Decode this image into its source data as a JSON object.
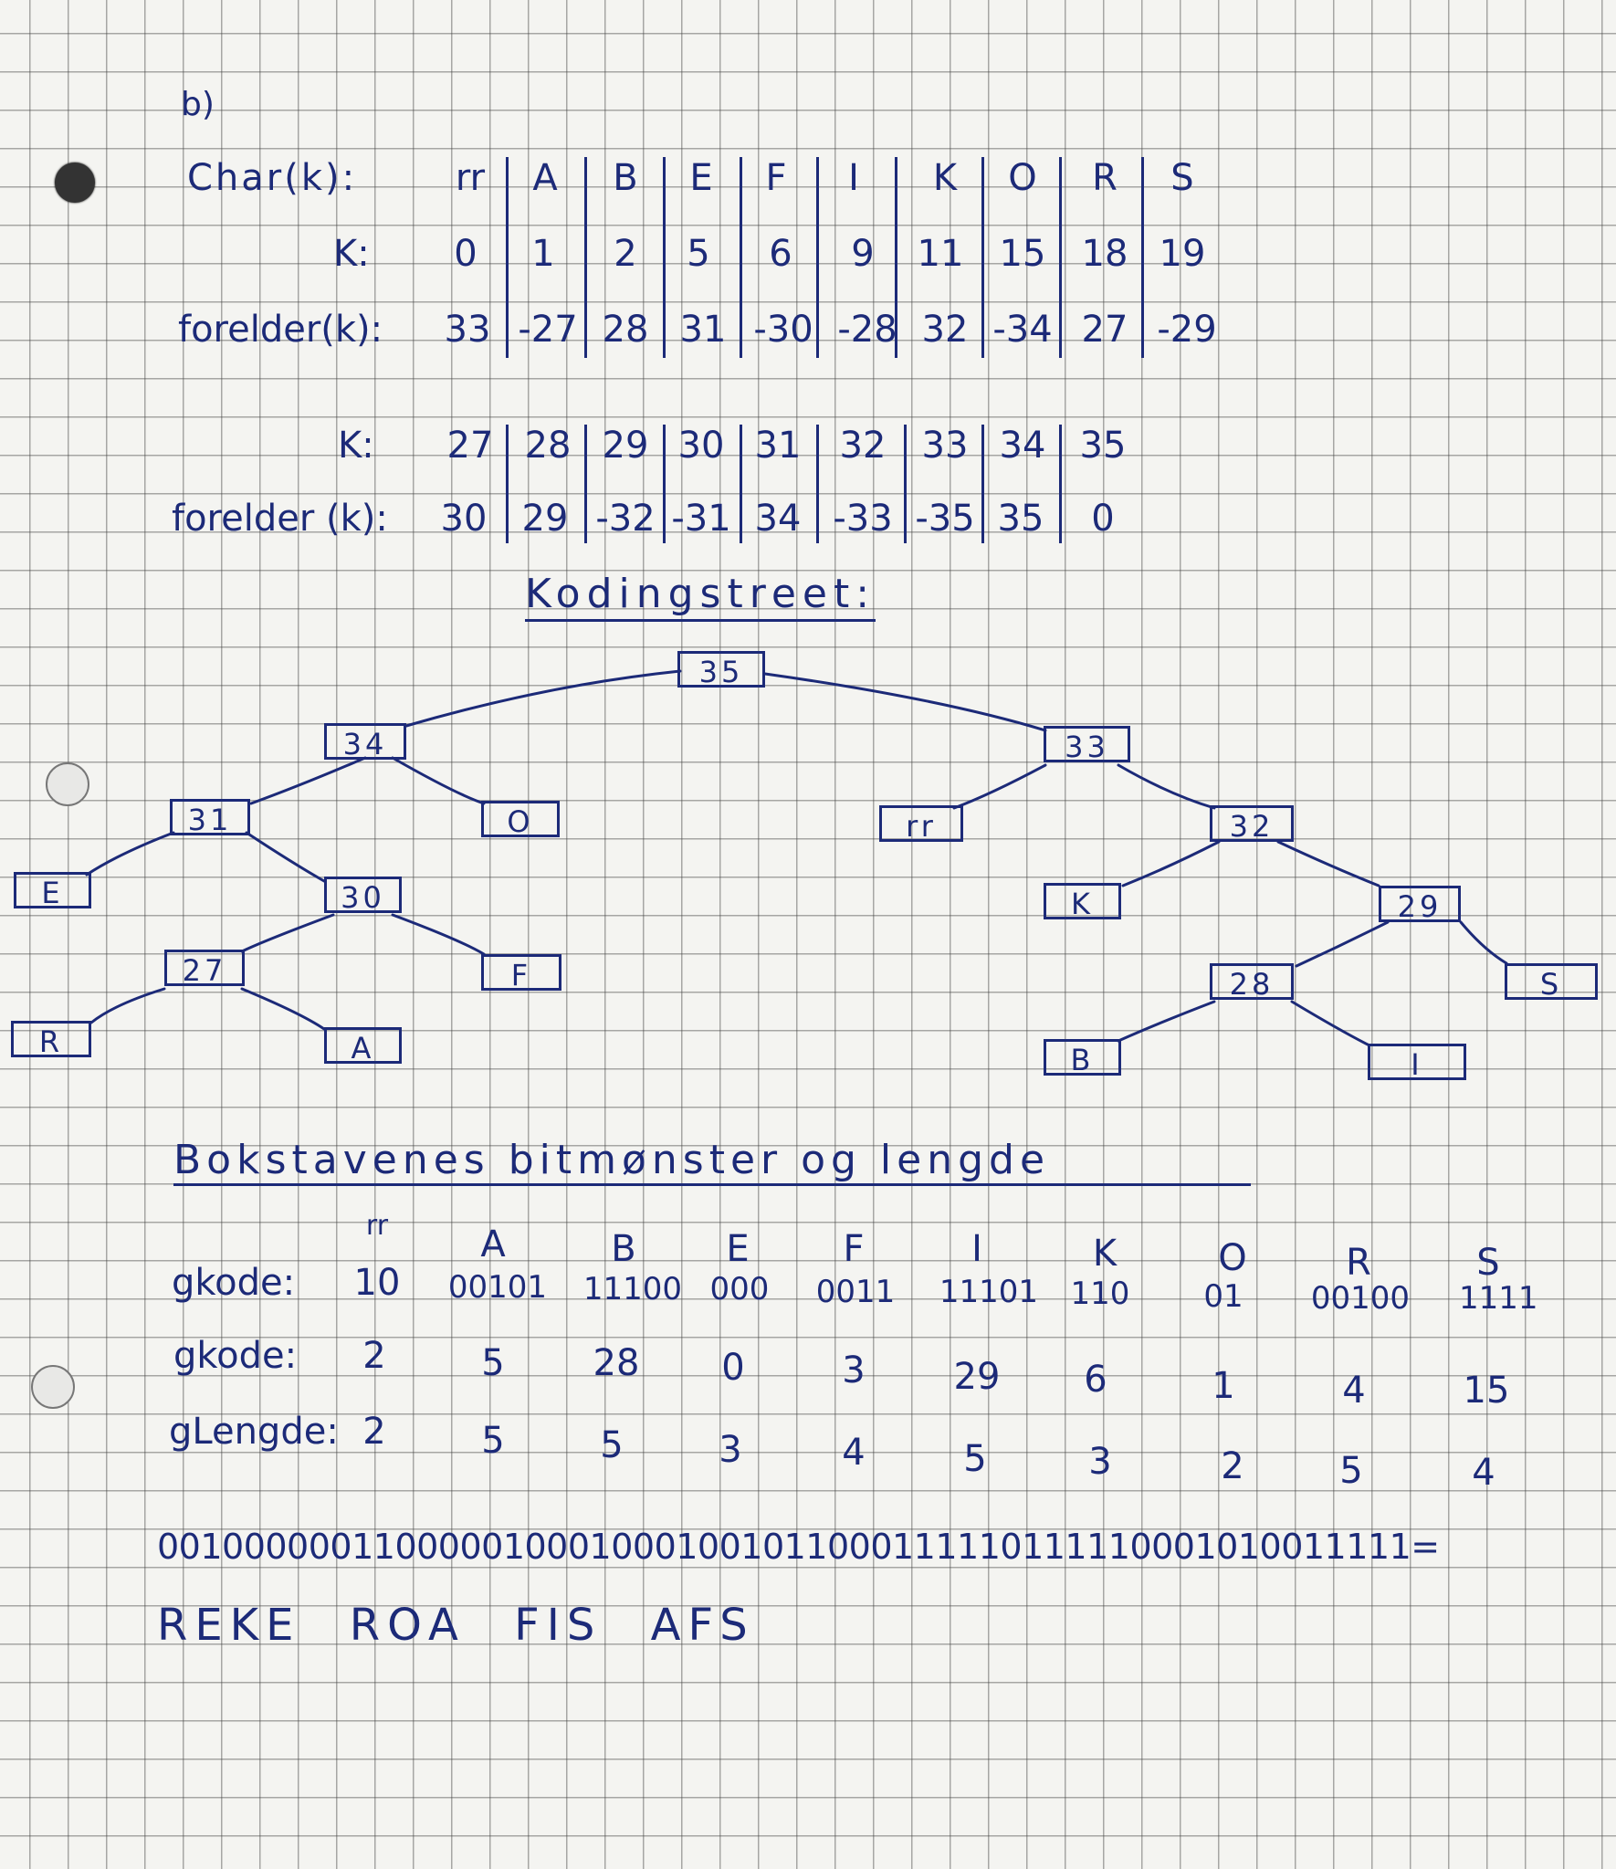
{
  "problem_label": "b)",
  "table1": {
    "char_label": "Char(k):",
    "k_label": "K:",
    "parent_label": "forelder(k):",
    "chars": [
      "rr",
      "A",
      "B",
      "E",
      "F",
      "I",
      "K",
      "O",
      "R",
      "S"
    ],
    "k": [
      "0",
      "1",
      "2",
      "5",
      "6",
      "9",
      "11",
      "15",
      "18",
      "19"
    ],
    "parent": [
      "33",
      "-27",
      "28",
      "31",
      "-30",
      "-28",
      "32",
      "-34",
      "27",
      "-29"
    ]
  },
  "table2": {
    "k_label": "K:",
    "parent_label": "forelder (k):",
    "k": [
      "27",
      "28",
      "29",
      "30",
      "31",
      "32",
      "33",
      "34",
      "35"
    ],
    "parent": [
      "30",
      "29",
      "-32",
      "-31",
      "34",
      "-33",
      "-35",
      "35",
      "0"
    ]
  },
  "tree_title": "Kodingstreet:",
  "tree_nodes": {
    "n35": "35",
    "n34": "34",
    "n33": "33",
    "n31": "31",
    "nO": "O",
    "nrr": "rr",
    "n32": "32",
    "nE": "E",
    "n30": "30",
    "nK": "K",
    "n29": "29",
    "n27": "27",
    "nF": "F",
    "n28": "28",
    "nS": "S",
    "nR": "R",
    "nA": "A",
    "nB": "B",
    "nI": "I"
  },
  "codes_title": "Bokstavenes bitmønster og lengde",
  "codes": {
    "chars": [
      "rr",
      "A",
      "B",
      "E",
      "F",
      "I",
      "K",
      "O",
      "R",
      "S"
    ],
    "gkode_label": "gkode:",
    "gkode_bits": [
      "10",
      "00101",
      "11100",
      "000",
      "0011",
      "11101",
      "110",
      "01",
      "00100",
      "1111"
    ],
    "gkode_dec": [
      "2",
      "5",
      "28",
      "0",
      "3",
      "29",
      "6",
      "1",
      "4",
      "15"
    ],
    "glengde_label": "gLengde:",
    "glengde": [
      "2",
      "5",
      "5",
      "3",
      "4",
      "5",
      "3",
      "2",
      "5",
      "4"
    ]
  },
  "bitstring": "0010000001100000100010001001011000111110111110001010011111=",
  "decoded": "REKE ROA FIS AFS",
  "ink_color": "#1c2a78"
}
